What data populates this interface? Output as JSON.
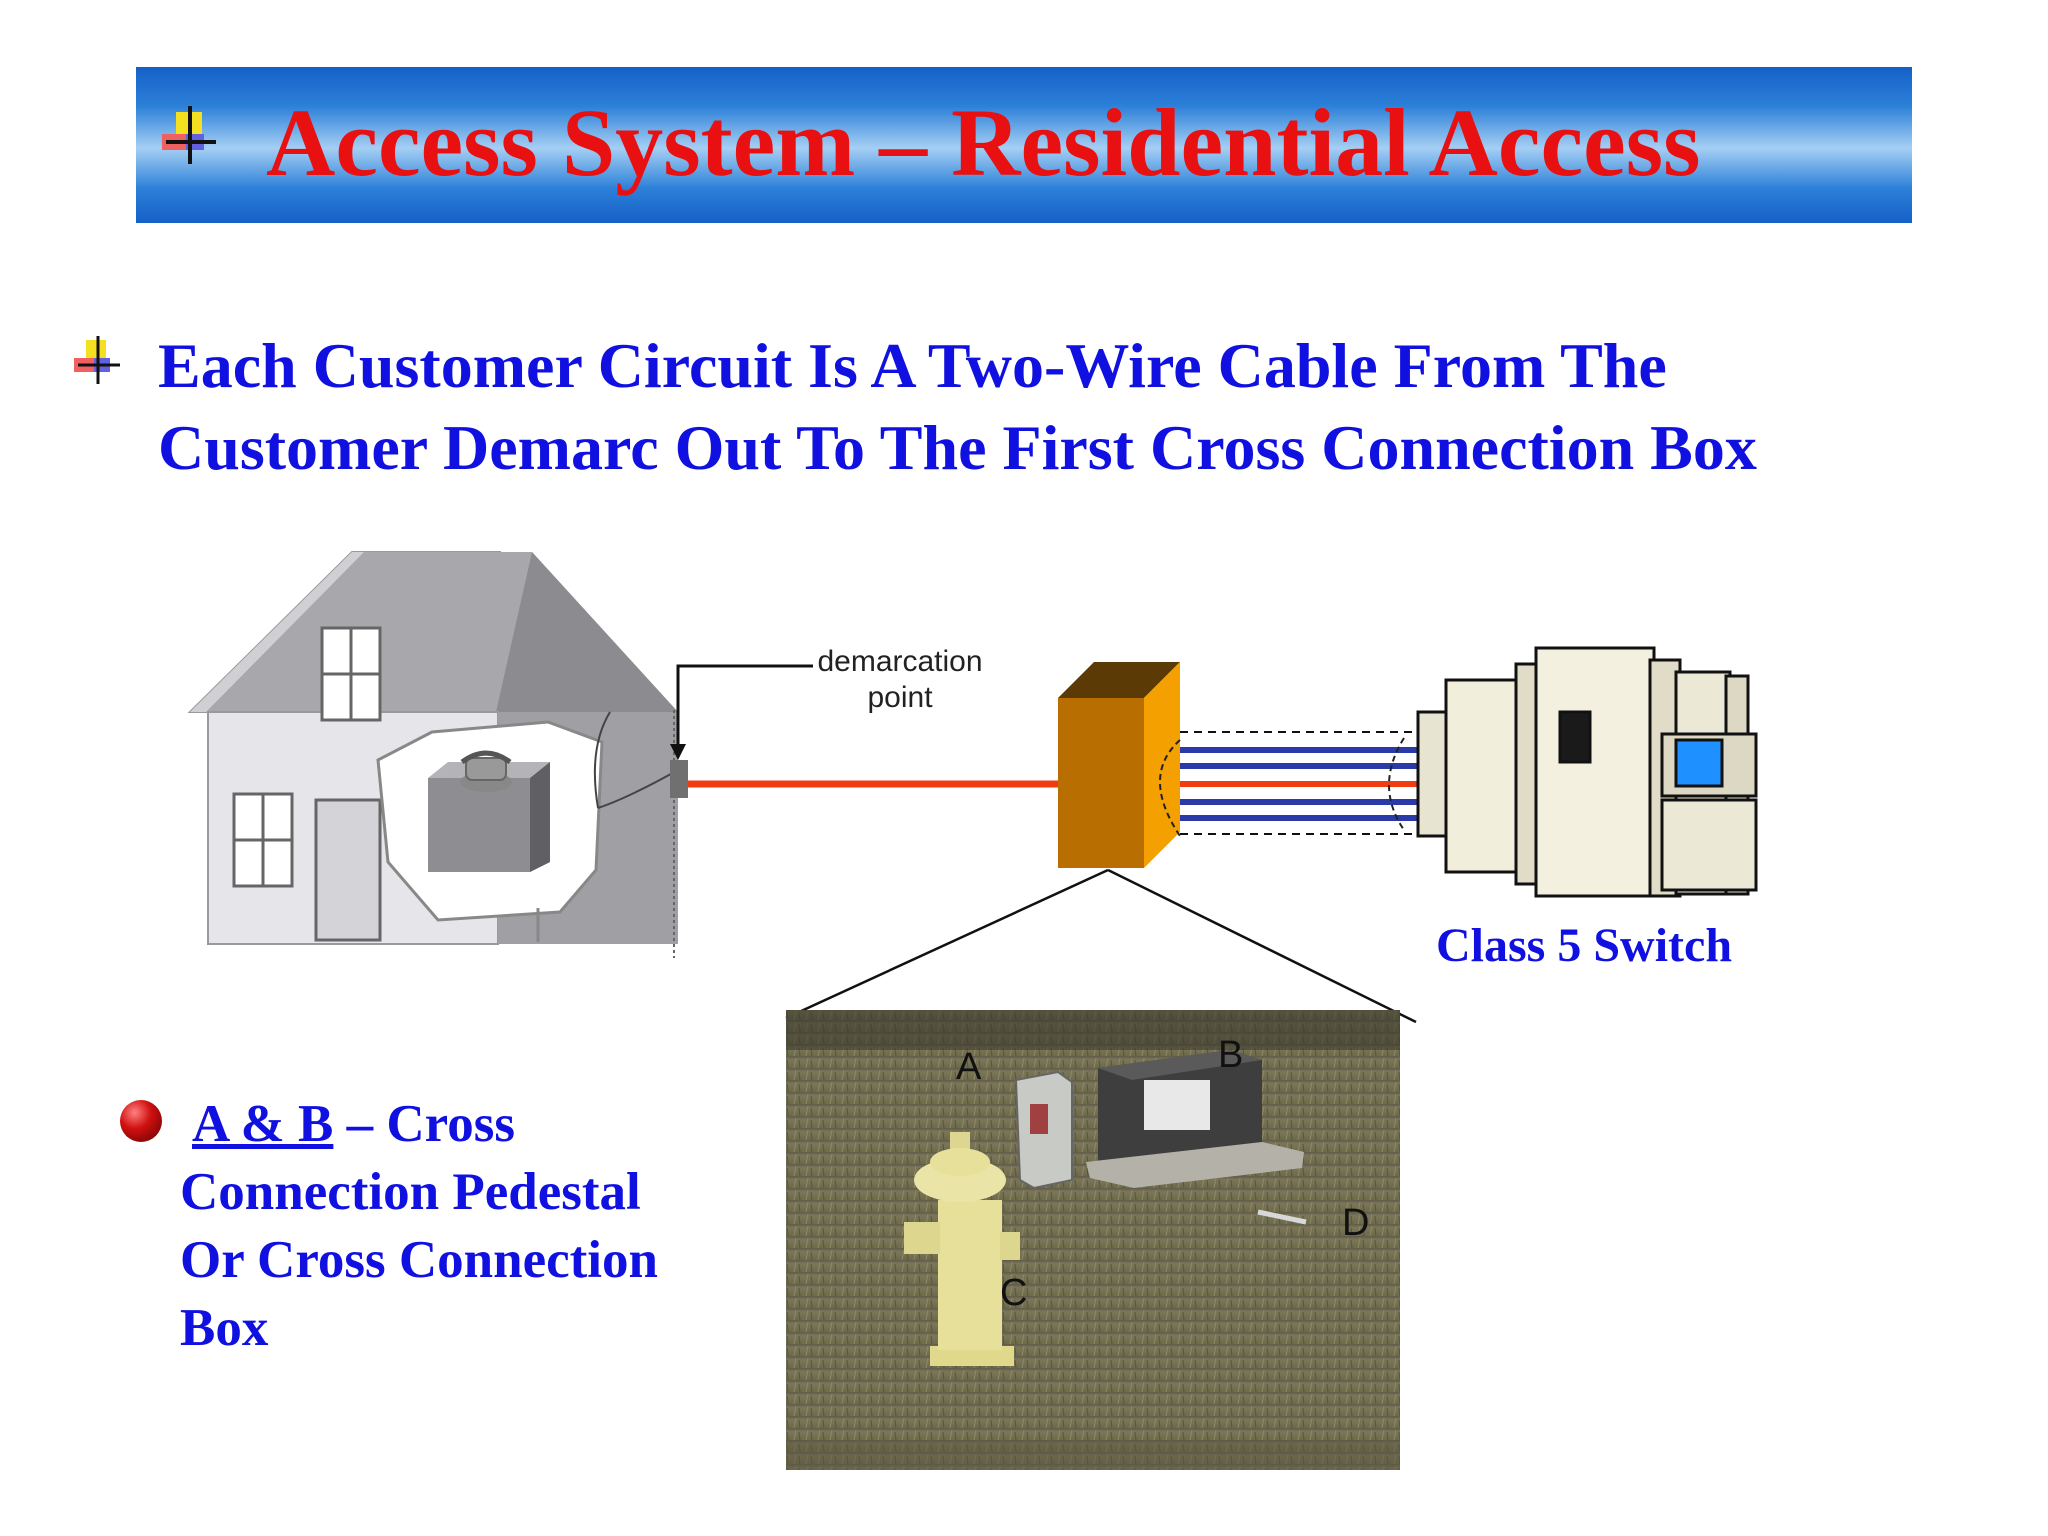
{
  "title": "Access System – Residential Access",
  "main_bullet": {
    "line1": "Each Customer Circuit Is A Two-Wire Cable From The",
    "line2": "Customer Demarc Out To The First Cross Connection Box"
  },
  "diagram": {
    "demarc_label_line1": "demarcation",
    "demarc_label_line2": "point",
    "switch_label": "Class 5 Switch",
    "photo_labels": {
      "a": "A",
      "b": "B",
      "c": "C",
      "d": "D"
    }
  },
  "sub_bullet": {
    "ab": "A & B",
    "rest": "– Cross",
    "line2": "Connection Pedestal",
    "line3": "Or Cross Connection",
    "line4": "Box"
  },
  "colors": {
    "title": "#e81010",
    "body_text": "#1010e0",
    "title_bar": "#2c80d8",
    "wire": "#f03c10",
    "cross_box": "#b86e00",
    "cable_blue": "#2a3aa8"
  }
}
